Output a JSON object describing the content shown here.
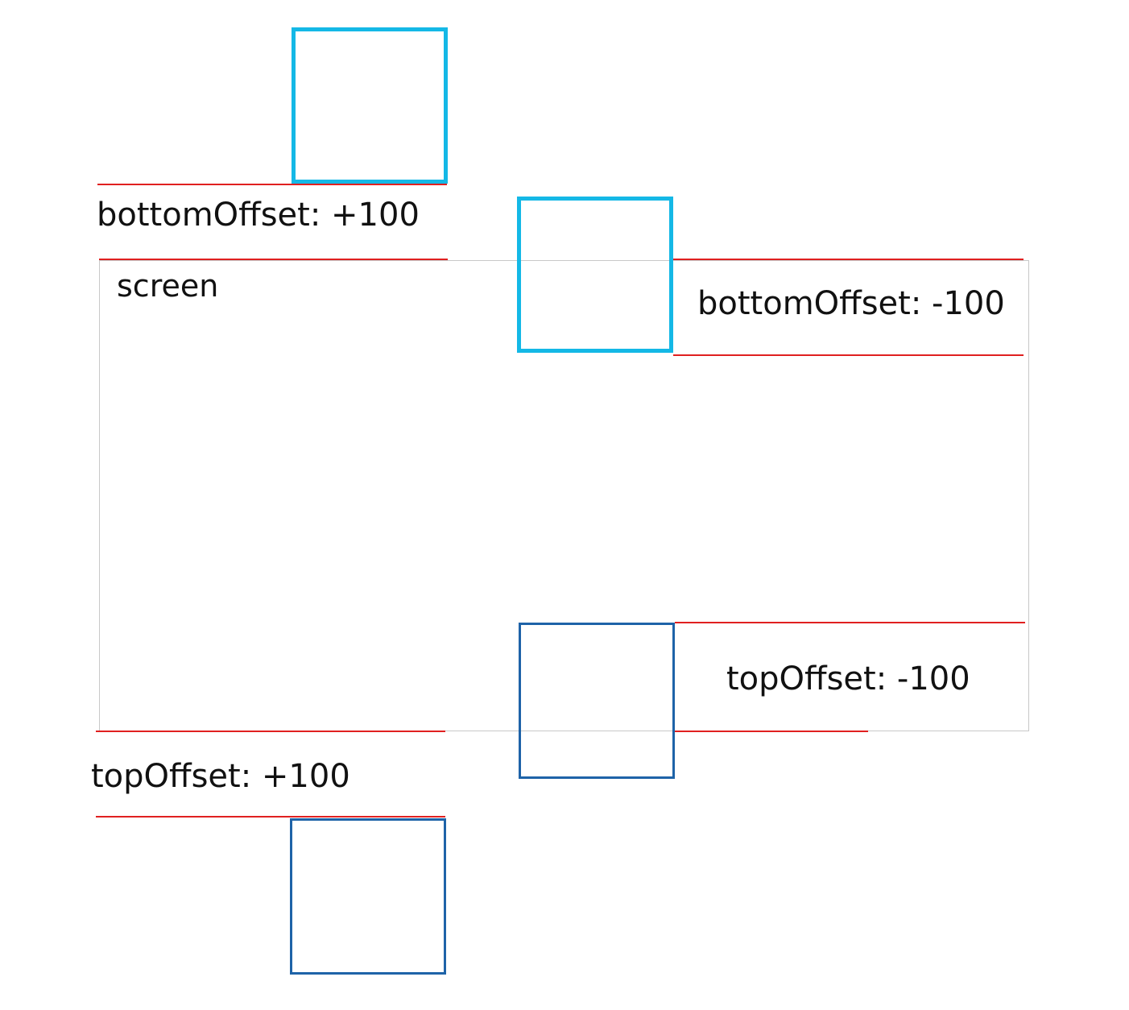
{
  "diagram": {
    "screen_label": "screen",
    "labels": {
      "bottom_offset_positive": "bottomOffset: +100",
      "bottom_offset_negative": "bottomOffset: -100",
      "top_offset_negative": "topOffset: -100",
      "top_offset_positive": "topOffset: +100"
    },
    "colors": {
      "guide_line": "#e02020",
      "bottom_offset_box": "#14b8e6",
      "top_offset_box": "#1e63a8",
      "screen_border": "#c8c8c8"
    }
  }
}
